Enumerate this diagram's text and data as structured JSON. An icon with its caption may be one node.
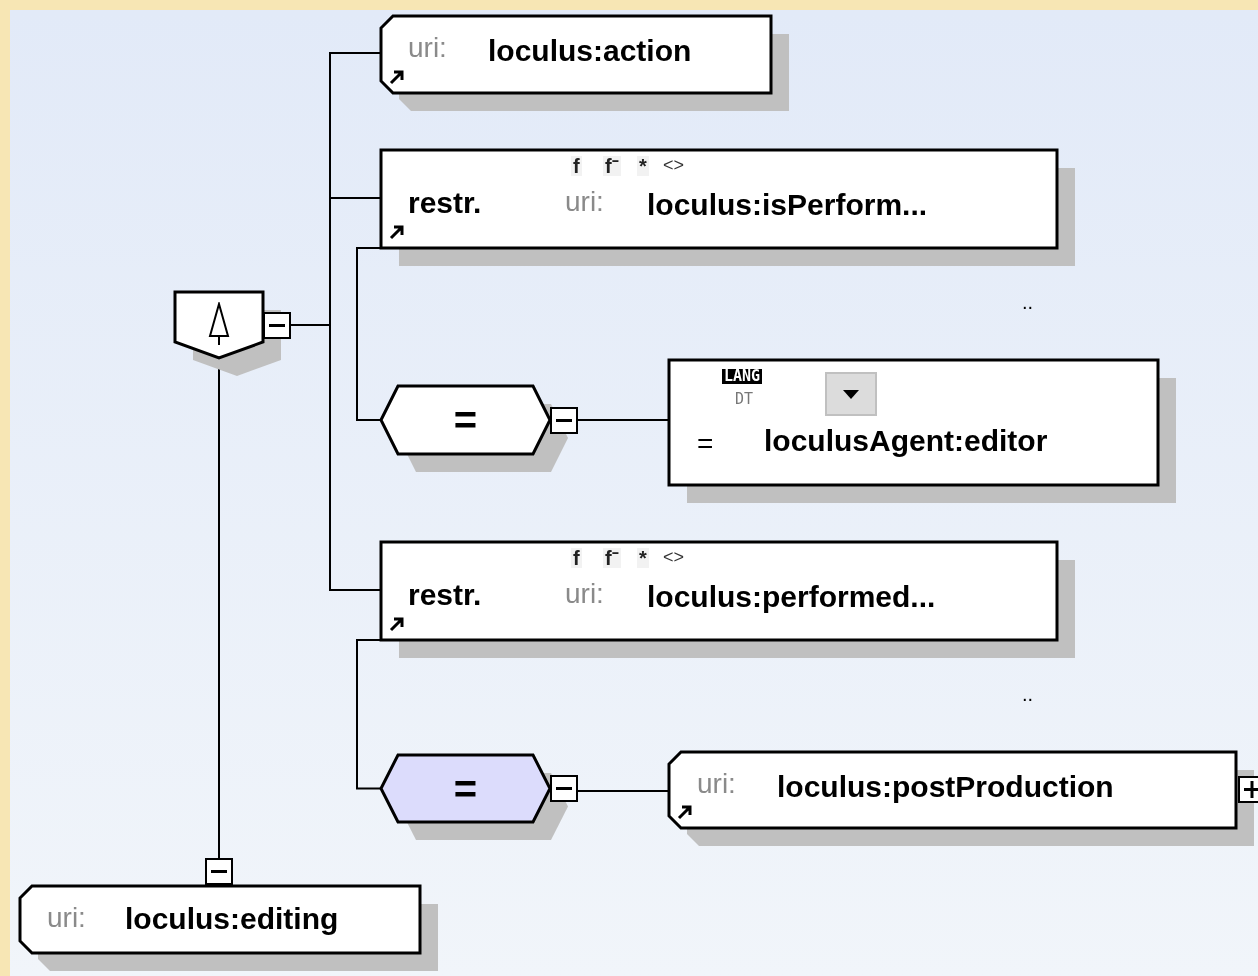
{
  "diagram": {
    "nodes": [
      {
        "text": [],
        "shape": "box"
      },
      {
        "text": [
          "uri:",
          "loculus:action"
        ]
      },
      {
        "text": [
          "f",
          "f⁻",
          "*",
          "<>",
          "restr.",
          "uri:",
          "loculus:isPerform..."
        ]
      },
      {
        "text": [
          "="
        ]
      },
      {
        "text": [
          "LANG",
          "DT",
          "=",
          "loculusAgent:editor"
        ]
      },
      {
        "text": [
          "f",
          "f⁻",
          "*",
          "<>",
          "restr.",
          "uri:",
          "loculus:performed..."
        ]
      },
      {
        "text": [
          "="
        ]
      },
      {
        "text": [
          "uri:",
          "loculus:postProduction"
        ]
      },
      {
        "text": [
          "uri:",
          "loculus:editing"
        ]
      }
    ],
    "edges": [
      {
        "from": 0,
        "to": 1,
        "arrow": "none"
      },
      {
        "from": 0,
        "to": 2,
        "arrow": "none"
      },
      {
        "from": 2,
        "to": 3,
        "arrow": "none"
      },
      {
        "from": 3,
        "to": 4,
        "arrow": "none"
      },
      {
        "from": 0,
        "to": 5,
        "arrow": "none"
      },
      {
        "from": 5,
        "to": 6,
        "arrow": "none"
      },
      {
        "from": 6,
        "to": 7,
        "arrow": "none"
      },
      {
        "from": 0,
        "to": 8,
        "arrow": "none"
      }
    ],
    "labels": [
      "..",
      ".."
    ]
  }
}
